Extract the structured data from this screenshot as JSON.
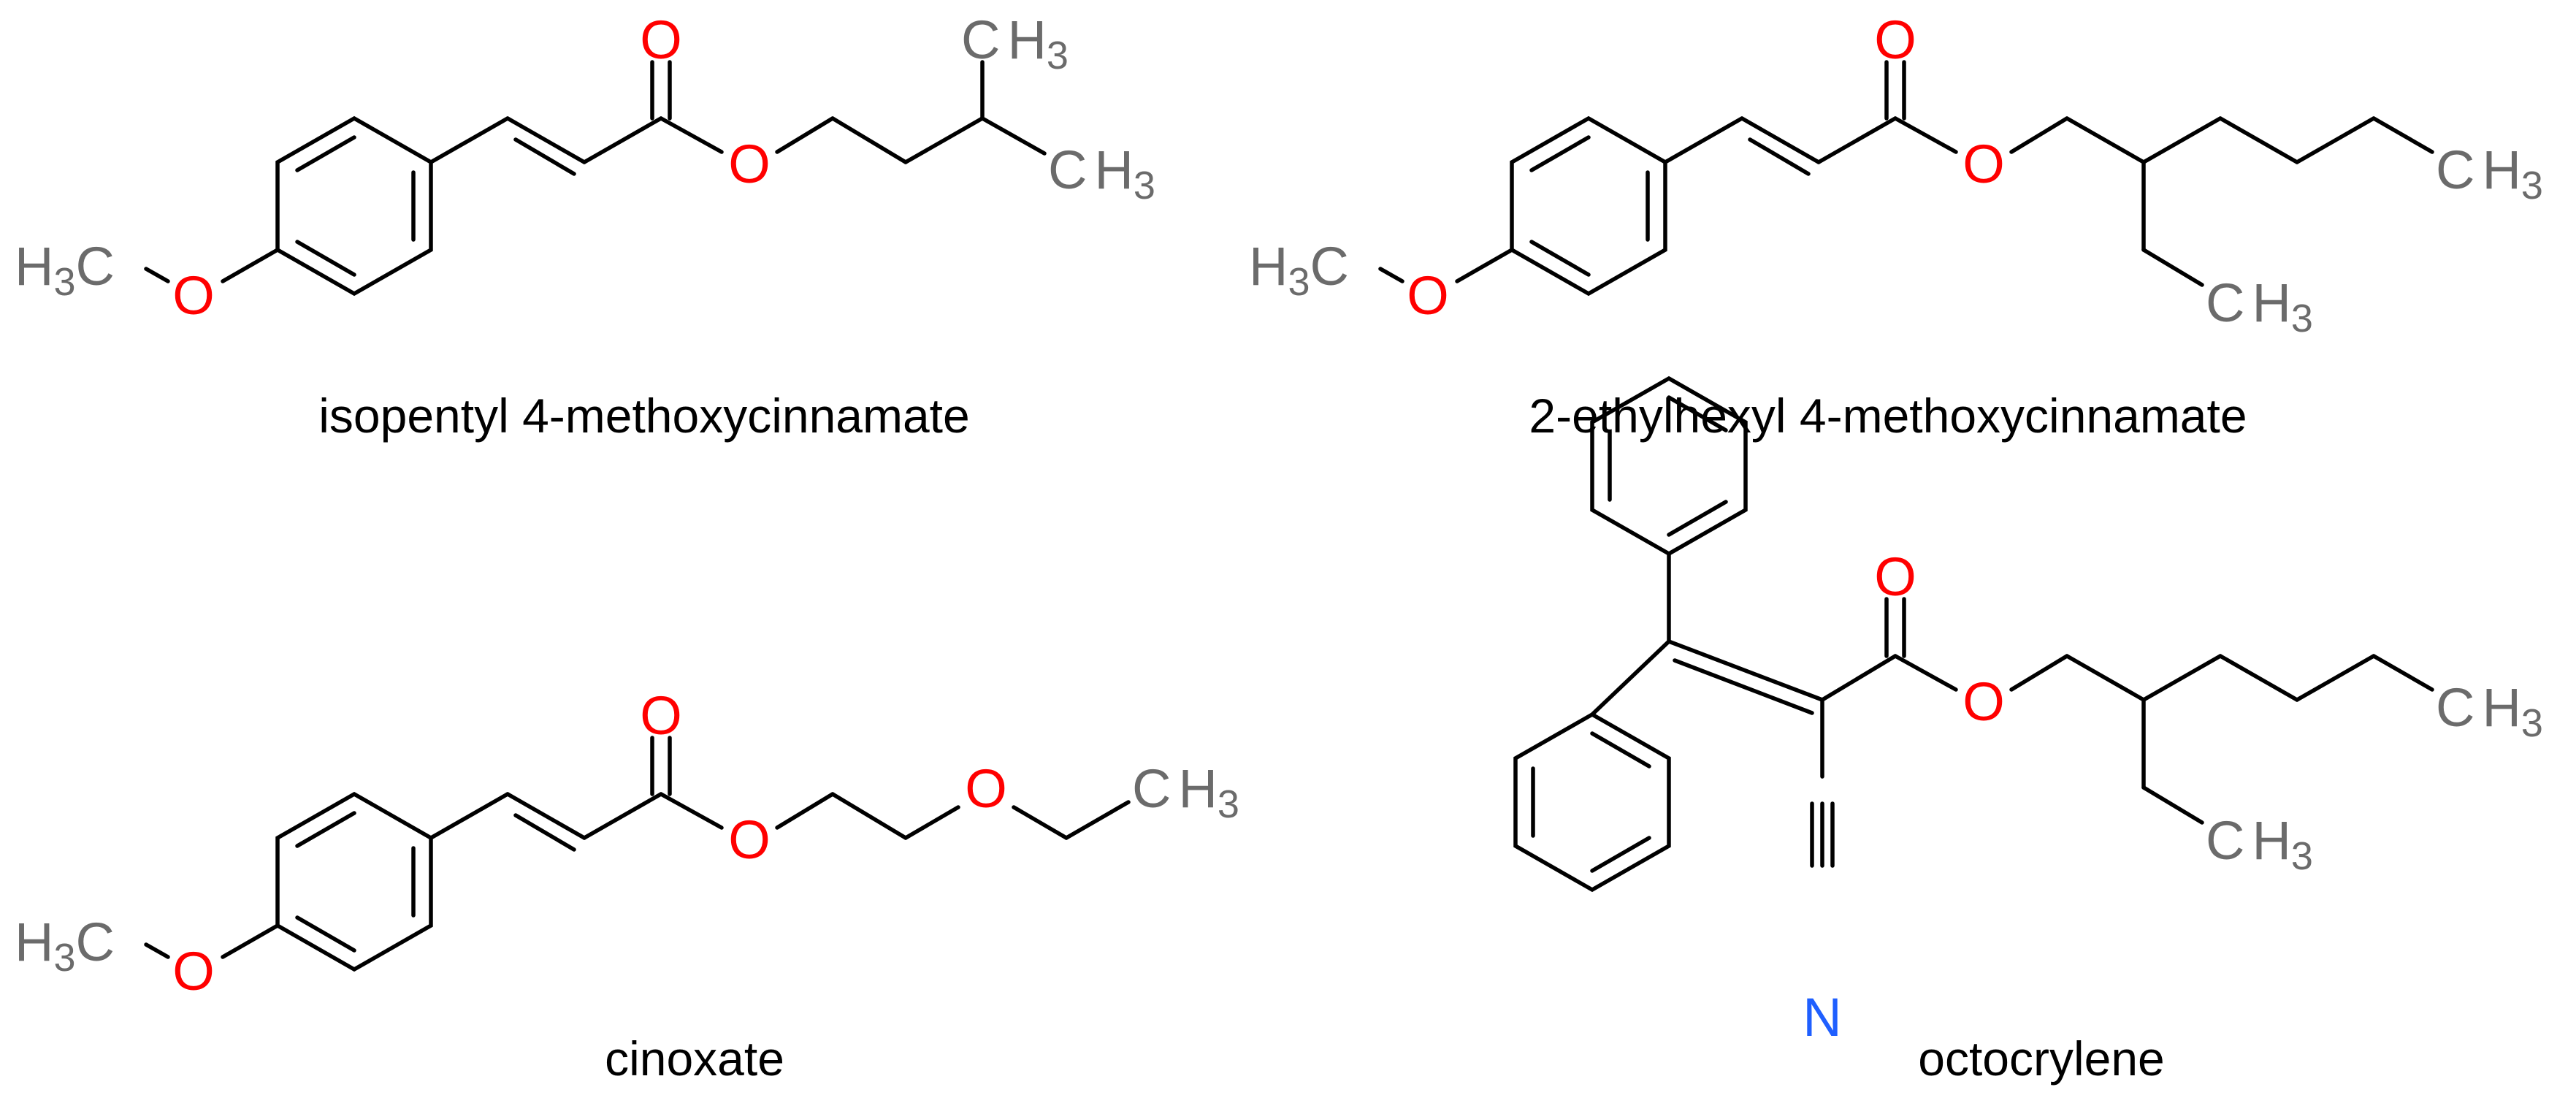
{
  "colors": {
    "bond": "#000000",
    "carbon": "#6b6b6b",
    "oxygen": "#ff0000",
    "nitrogen": "#1f5fff",
    "background": "#ffffff"
  },
  "labels": {
    "C": "C",
    "H": "H",
    "O": "O",
    "N": "N",
    "sub3": "3"
  },
  "compounds": [
    {
      "name": "isopentyl 4-methoxycinnamate"
    },
    {
      "name": "2-ethylhexyl 4-methoxycinnamate"
    },
    {
      "name": "cinoxate"
    },
    {
      "name": "octocrylene"
    }
  ]
}
